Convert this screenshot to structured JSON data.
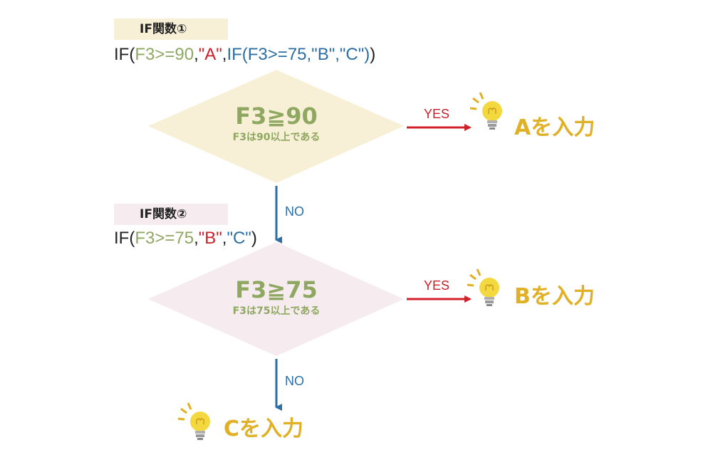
{
  "if1": {
    "label": "IF関数①",
    "formula": {
      "p1": "IF(",
      "p2": "F3>=90",
      "p3": ",",
      "p4": "\"A\"",
      "p5": ",",
      "p6": "IF(F3>=75,\"B\",\"C\")",
      "p7": ")"
    }
  },
  "decision1": {
    "main": "F3≧90",
    "sub": "F3は90以上である"
  },
  "yes1": "YES",
  "result_a": "Aを入力",
  "no1": "NO",
  "if2": {
    "label": "IF関数②",
    "formula": {
      "p1": "IF(",
      "p2": "F3>=75",
      "p3": ",",
      "p4": "\"B\"",
      "p5": ",",
      "p6": "\"C\"",
      "p7": ")"
    }
  },
  "decision2": {
    "main": "F3≧75",
    "sub": "F3は75以上である"
  },
  "yes2": "YES",
  "result_b": "Bを入力",
  "no2": "NO",
  "result_c": "Cを入力",
  "colors": {
    "diamond1_fill": "#f8f0d6",
    "diamond2_fill": "#f6ebee",
    "label1_bg": "#f8f0d6",
    "label2_bg": "#f6ebee",
    "yes_arrow": "#d0202a",
    "no_arrow": "#2b6fa6",
    "result_text": "#e0b126",
    "bulb": "#f3d840"
  },
  "icons": [
    "lightbulb-icon"
  ]
}
